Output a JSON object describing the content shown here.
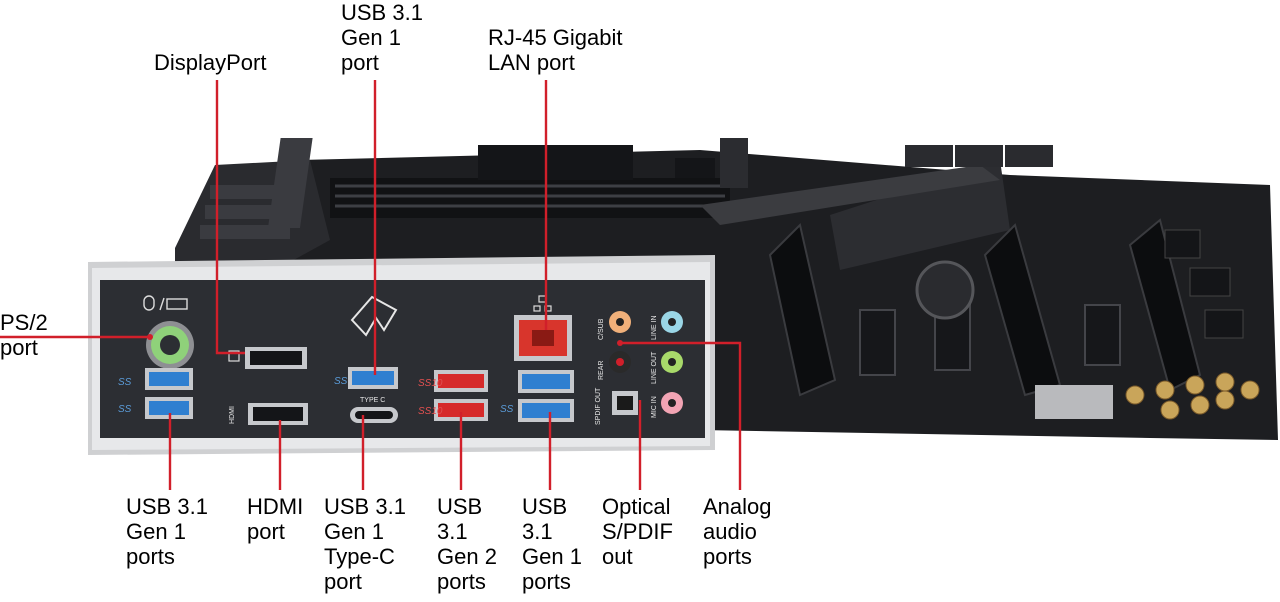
{
  "colors": {
    "leader": "#d11f2a",
    "panel": "#2c2e33",
    "panel_frame": "#cfd0d2",
    "board": "#1d1e21",
    "usb3_blue": "#2f7fd0",
    "usb31g2_red": "#d62a2a",
    "lan_red": "#d8352c",
    "ps2_green": "#8fd17a",
    "audio_orange": "#f0b07a",
    "audio_blue": "#9ad6e6",
    "audio_green": "#a8d96a",
    "audio_pink": "#f2a4b4"
  },
  "icons": [
    "ps2-mouse-keyboard-icon",
    "rog-logo-icon",
    "network-icon",
    "displayport-icon",
    "superspeed-usb-icon"
  ],
  "callouts": {
    "displayport": "DisplayPort",
    "usb31_gen1_port": "USB 3.1\nGen 1\nport",
    "rj45": "RJ-45 Gigabit\nLAN port",
    "ps2": "PS/2\nport",
    "usb31_gen1_ports_left": "USB 3.1\nGen 1\nports",
    "hdmi": "HDMI\nport",
    "usb31_gen1_typec": "USB 3.1\nGen 1\nType-C\nport",
    "usb31_gen2": "USB\n3.1\nGen 2\nports",
    "usb31_gen1_ports_right": "USB\n3.1\nGen 1\nports",
    "optical": "Optical\nS/PDIF\nout",
    "analog": "Analog\naudio\nports"
  },
  "panel_labels": {
    "hdmi": "HDMI",
    "type_c": "TYPE C",
    "c_sub": "C/SUB",
    "rear": "REAR",
    "line_in": "LINE IN",
    "line_out": "LINE OUT",
    "mic_in": "MIC IN",
    "spdif_out": "SPDIF OUT",
    "ss": "SS",
    "ss10": "SS10"
  }
}
